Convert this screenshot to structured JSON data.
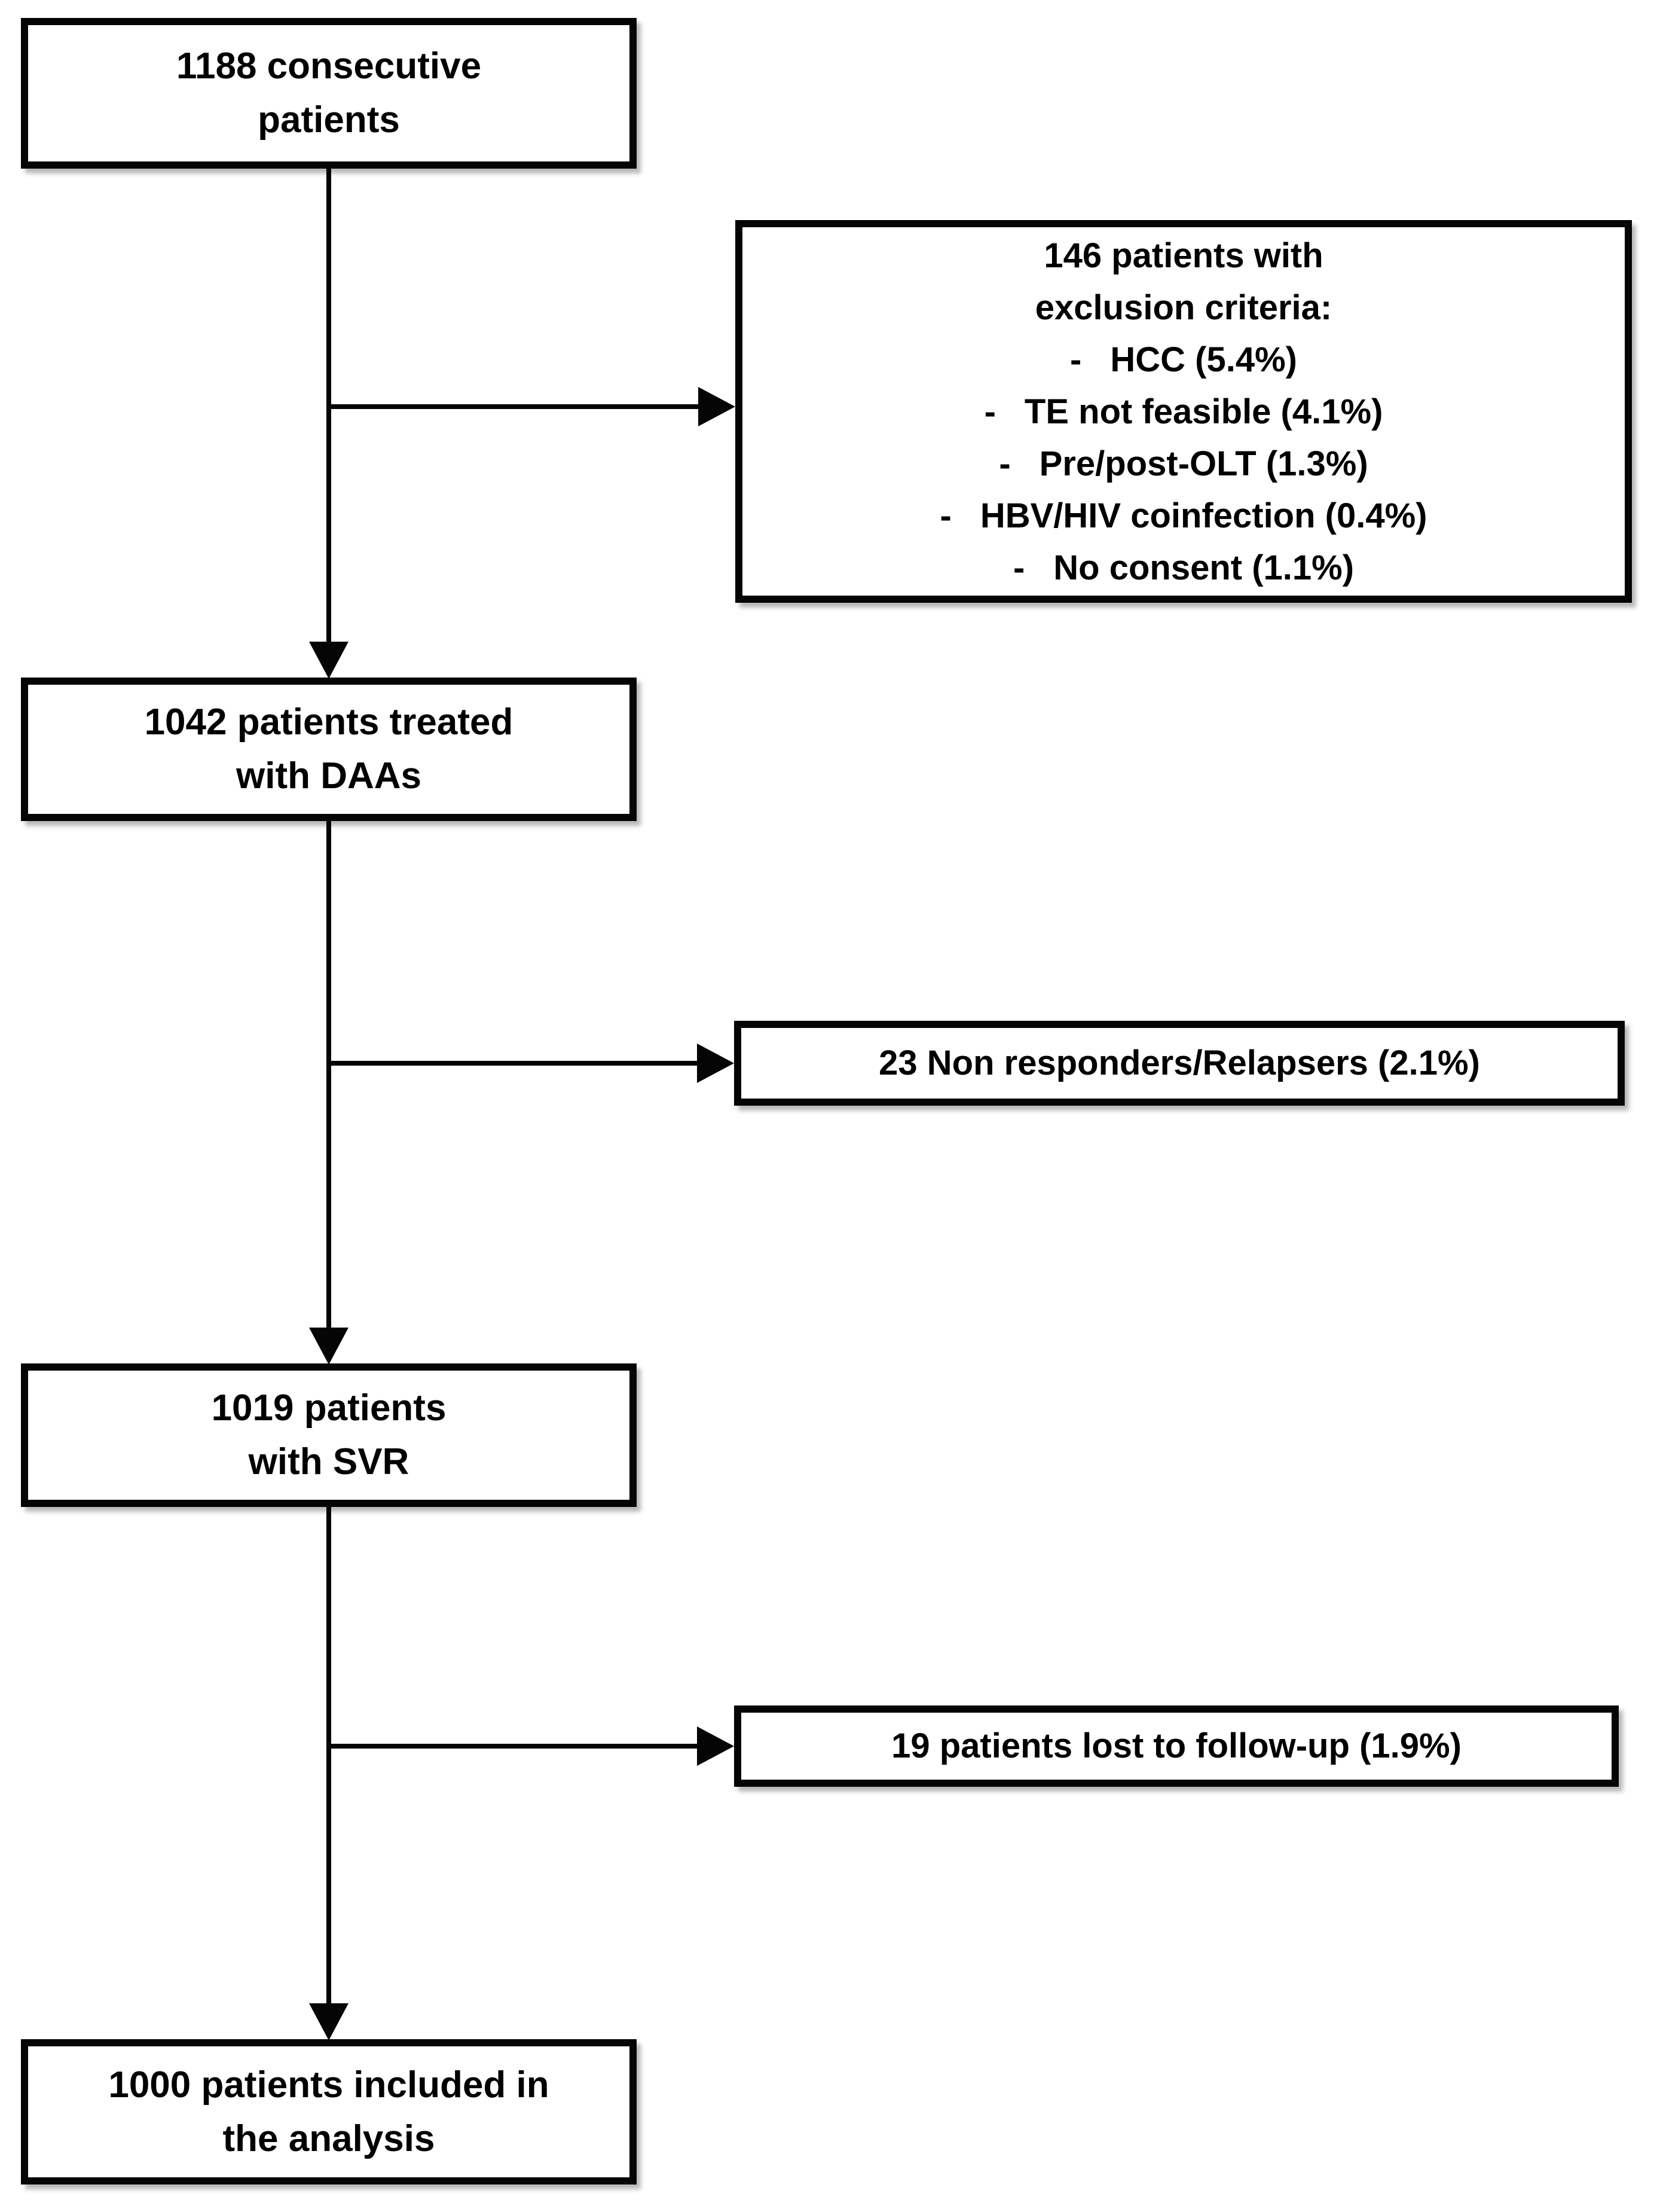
{
  "diagram": {
    "type": "patient-flowchart",
    "colors": {
      "border": "#050505",
      "background": "#ffffff",
      "text": "#000000"
    },
    "bullet": "-",
    "boxes": {
      "consecutive": {
        "lines": [
          "1188 consecutive",
          "patients"
        ]
      },
      "exclusion": {
        "title_lines": [
          "146 patients with",
          "exclusion criteria:"
        ],
        "items": [
          "HCC (5.4%)",
          "TE not feasible (4.1%)",
          "Pre/post-OLT (1.3%)",
          "HBV/HIV coinfection (0.4%)",
          "No consent (1.1%)"
        ]
      },
      "treated": {
        "lines": [
          "1042 patients treated",
          "with DAAs"
        ]
      },
      "nonresponders": {
        "lines": [
          "23 Non responders/Relapsers (2.1%)"
        ]
      },
      "svr": {
        "lines": [
          "1019 patients",
          "with SVR"
        ]
      },
      "lost": {
        "lines": [
          "19 patients lost to follow-up (1.9%)"
        ]
      },
      "included": {
        "lines": [
          "1000 patients included in",
          "the analysis"
        ]
      }
    }
  }
}
